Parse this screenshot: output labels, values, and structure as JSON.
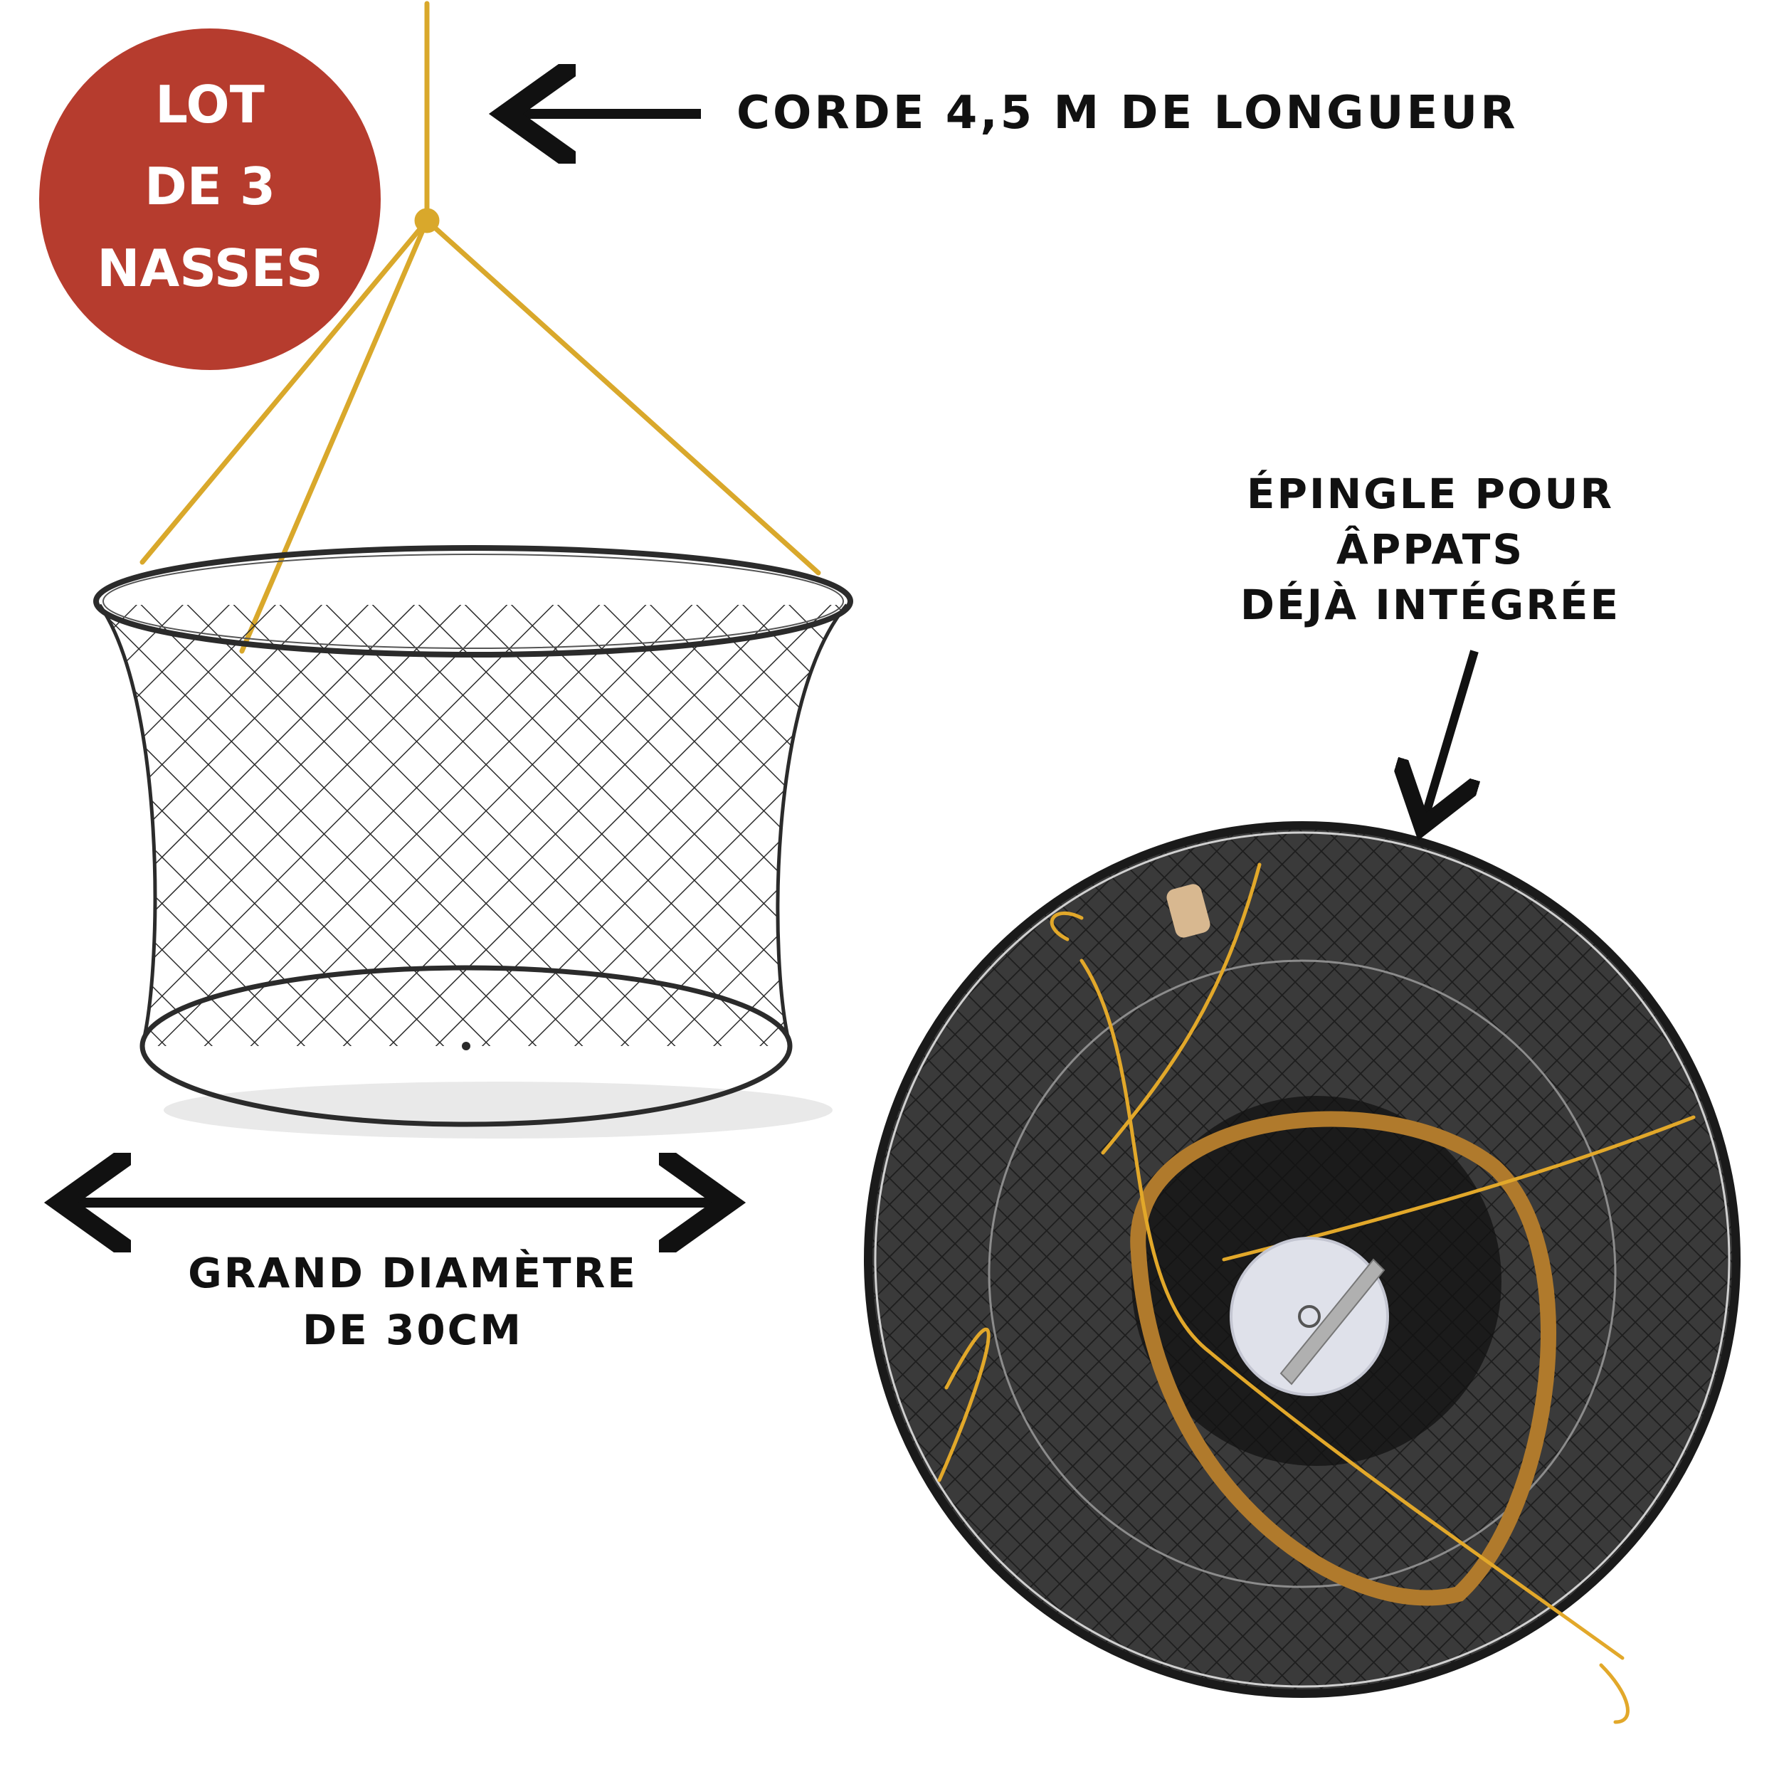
{
  "badge": {
    "line1": "LOT",
    "line2": "DE 3",
    "line3": "NASSES",
    "color": "#b63c2e"
  },
  "labels": {
    "rope": "CORDE 4,5 M DE LONGUEUR",
    "pin_line1": "ÉPINGLE POUR",
    "pin_line2": "ÂPPATS",
    "pin_line3": "DÉJÀ INTÉGRÉE",
    "diameter_line1": "GRAND DIAMÈTRE",
    "diameter_line2": "DE 30CM"
  },
  "colors": {
    "rope": "#d9a82b",
    "net": "#2b2b2b",
    "arrow": "#111111",
    "pin_disc": "#dfe1ea"
  }
}
